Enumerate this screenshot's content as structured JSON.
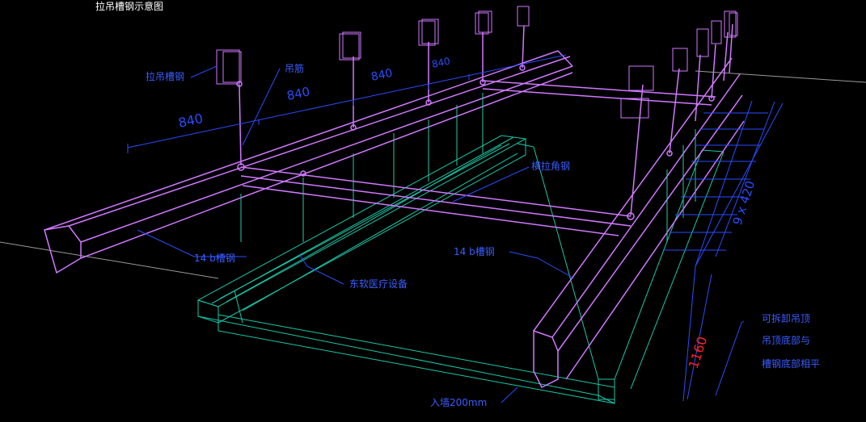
{
  "title": "拉吊槽钢示意图",
  "labels": {
    "hanger_channel": "拉吊槽钢",
    "hanger_rod": "吊筋",
    "cross_angle": "横拉角钢",
    "channel_left": "14 b槽钢",
    "channel_right": "14 b槽钢",
    "equipment": "东软医疗设备",
    "into_wall": "入墙200mm",
    "note_line1": "可拆卸吊顶",
    "note_line2": "吊顶底部与",
    "note_line3": "槽钢底部相平"
  },
  "dimensions": {
    "d1": "840",
    "d2": "840",
    "d3": "840",
    "d4": "840",
    "spacing": "9 x 420",
    "height": "1160"
  },
  "colors": {
    "background": "#000000",
    "steel": "#d078ff",
    "equipment": "#18c8a8",
    "dim": "#2a4cff",
    "text": "#3a5cff",
    "title": "#ffffff",
    "height_text": "#ff2020",
    "guide": "#c8c8c8"
  }
}
